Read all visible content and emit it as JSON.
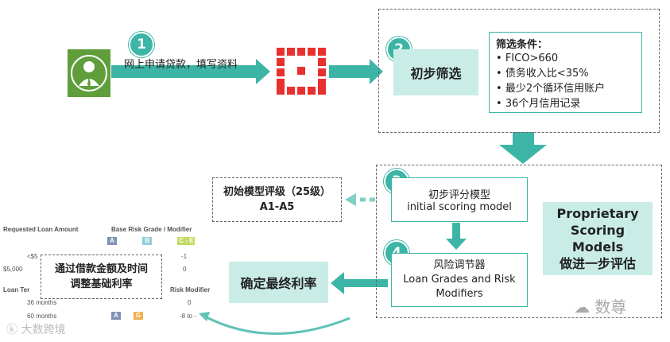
{
  "step1": {
    "number": "1",
    "label": "网上申请贷款，填写资料"
  },
  "step2": {
    "number": "2",
    "label": "初步筛选",
    "criteria_title": "筛选条件：",
    "criteria": [
      "FICO>660",
      "债务收入比<35%",
      "最少2个循环信用账户",
      "36个月信用记录"
    ]
  },
  "step3": {
    "number": "3",
    "label_cn": "初步评分模型",
    "label_en": "initial scoring model"
  },
  "step4": {
    "number": "4",
    "label_cn": "风险调节器",
    "label_en1": "Loan Grades and Risk",
    "label_en2": "Modifiers"
  },
  "initial_grade": {
    "line1": "初始模型评级（25级）",
    "line2": "A1-A5"
  },
  "proprietary": {
    "line1": "Proprietary",
    "line2": "Scoring",
    "line3": "Models",
    "line4": "做进一步评估"
  },
  "final_rate": "确定最终利率",
  "adjust_note": {
    "line1": "通过借款金额及时间",
    "line2": "调整基础利率"
  },
  "table": {
    "h_amount": "Requested Loan Amount",
    "h_grade": "Base Risk Grade / Modifier",
    "grades": [
      "A",
      "B",
      "C - E"
    ],
    "row_lt": "<$5",
    "row_lt_val": "-1",
    "row_5000": "$5,000",
    "row_5000_val": "0",
    "h_term": "Loan Ter",
    "h_risk": "Risk Modifier",
    "row_36": "36 months",
    "row_36_val": "0",
    "row_60": "60 months",
    "row_60_grades": [
      "A",
      "G"
    ],
    "row_60_val": "-8 to -"
  },
  "watermark_left": "大数跨境",
  "watermark_right": "数尊",
  "colors": {
    "teal": "#3db5a6",
    "teal_light": "#c9ece6",
    "red": "#e8312f",
    "person_bg": "#5f9e3a"
  }
}
